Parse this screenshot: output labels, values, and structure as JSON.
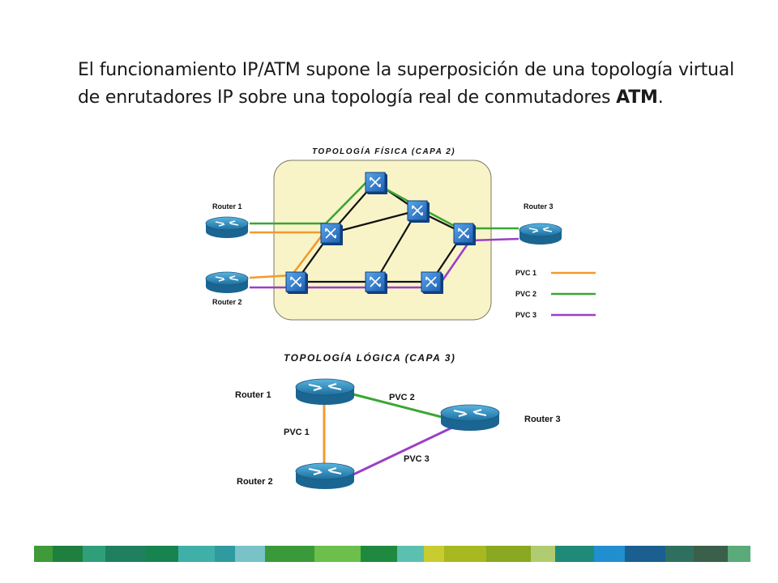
{
  "paragraph": {
    "text_main": "El funcionamiento IP/ATM supone la superposición de una topología virtual de enrutadores IP sobre una topología real de conmutadores ",
    "text_bold": "ATM",
    "text_end": "."
  },
  "physical": {
    "title": "TOPOLOGÍA FÍSICA (CAPA 2)",
    "routers": {
      "r1": "Router 1",
      "r2": "Router 2",
      "r3": "Router 3"
    },
    "legend": [
      {
        "label": "PVC 1",
        "color": "#f39a2e"
      },
      {
        "label": "PVC 2",
        "color": "#3aa635"
      },
      {
        "label": "PVC 3",
        "color": "#9a3fc4"
      }
    ]
  },
  "logical": {
    "title": "TOPOLOGÍA LÓGICA (CAPA 3)",
    "routers": {
      "r1": "Router 1",
      "r2": "Router 2",
      "r3": "Router 3"
    },
    "links": {
      "pvc1": "PVC 1",
      "pvc2": "PVC 2",
      "pvc3": "PVC 3"
    }
  },
  "colors": {
    "pvc1": "#f39a2e",
    "pvc2": "#3aa635",
    "pvc3": "#9a3fc4",
    "cloud": "#f8f4c8",
    "switch": "#2f7fd3",
    "router": "#2c8fc4"
  },
  "footer_stripe_colors": [
    "#3f9a3a",
    "#1f7f3f",
    "#2f9f7a",
    "#1f8060",
    "#17834f",
    "#3fb0a8",
    "#2f9aa0",
    "#78c2c8",
    "#3a9a3a",
    "#6bbf4a",
    "#1f8a3f",
    "#5bc0b0",
    "#c8cc30",
    "#a8b820",
    "#8aa820",
    "#b0cc70",
    "#1f8a78",
    "#1f8fd0",
    "#1a5f8f",
    "#2f6f5f",
    "#3a5f4a",
    "#5aaa7a"
  ]
}
